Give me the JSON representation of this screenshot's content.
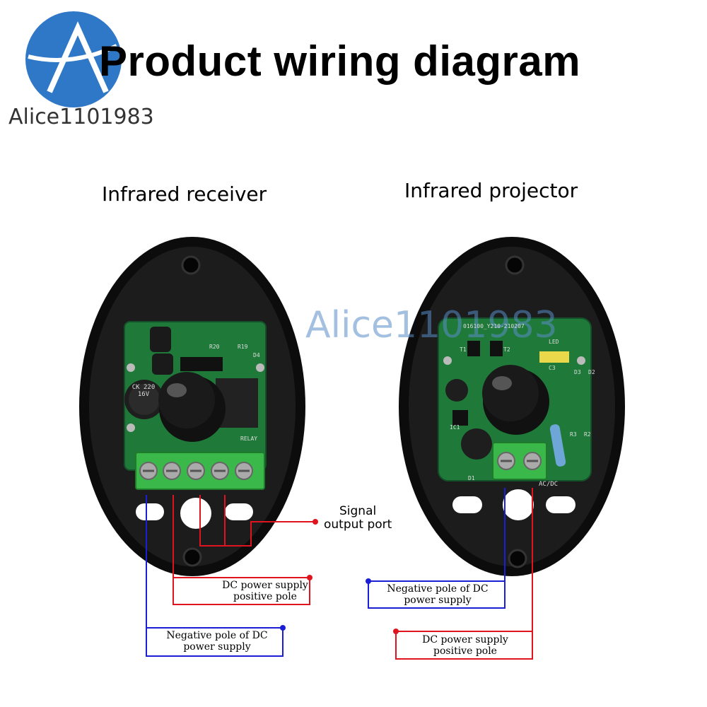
{
  "title": "Product wiring diagram",
  "brand": {
    "text": "Alice1101983"
  },
  "watermark": "Alice1101983",
  "receiver": {
    "heading": "Infrared receiver",
    "signal_label": [
      "Signal",
      "output port"
    ],
    "dc_positive_label": [
      "DC power supply",
      "positive pole"
    ],
    "dc_negative_label": [
      "Negative pole of DC",
      "power supply"
    ],
    "board_markings": [
      "CK 220 16V",
      "RELAY",
      "R20",
      "R19",
      "D4"
    ]
  },
  "projector": {
    "heading": "Infrared projector",
    "dc_negative_label": [
      "Negative pole of DC",
      "power supply"
    ],
    "dc_positive_label": [
      "DC power supply",
      "positive pole"
    ],
    "board_markings": [
      "016100_Y210-210207",
      "LED",
      "AC/DC",
      "T1",
      "T2",
      "IC1",
      "D1",
      "R3",
      "R2",
      "D2",
      "D3",
      "C3"
    ]
  },
  "colors": {
    "red_wire": "#e0141e",
    "blue_wire": "#1a1fd6",
    "board": "#1f7a3a",
    "terminal": "#3bb84a",
    "housing": "#0c0c0c",
    "brand_blue": "#2f78c8"
  }
}
